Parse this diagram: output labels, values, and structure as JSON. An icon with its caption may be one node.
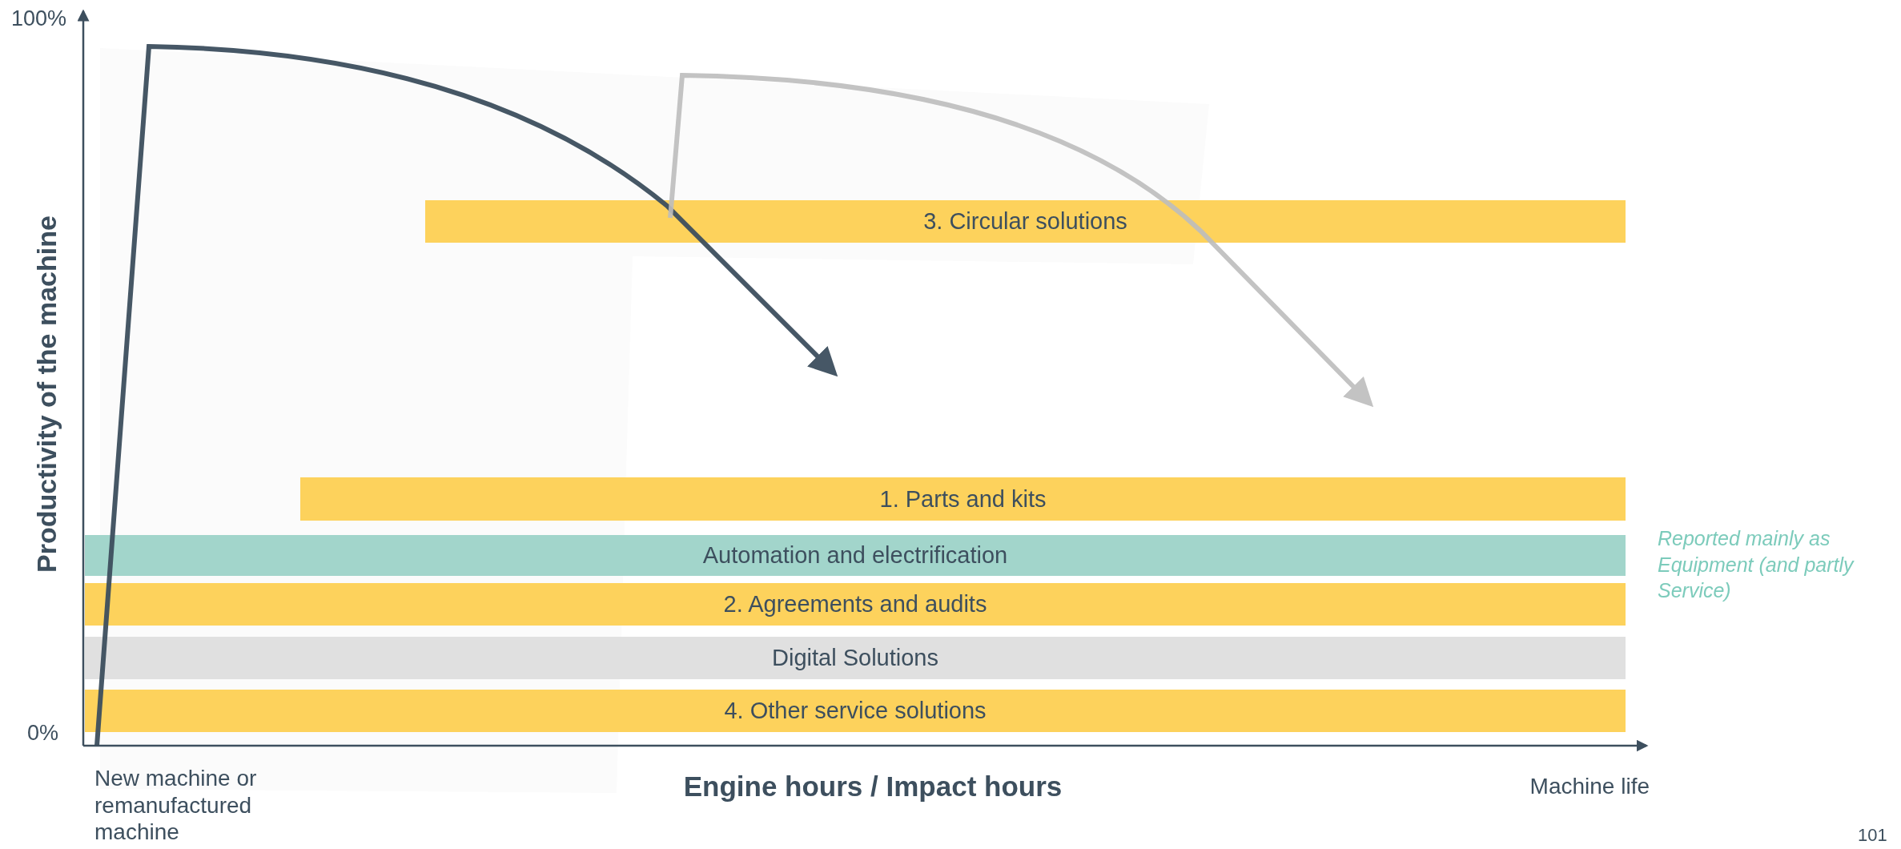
{
  "diagram": {
    "nodes": [
      {
        "text": [
          "3. Circular solutions"
        ]
      },
      {
        "text": [
          "1. Parts and kits"
        ]
      },
      {
        "text": [
          "Automation and electrification"
        ],
        "beside": [
          "Reported mainly as Equipment (and partly Service)"
        ]
      },
      {
        "text": [
          "2. Agreements and audits"
        ]
      },
      {
        "text": [
          "Digital Solutions"
        ]
      },
      {
        "text": [
          "4. Other service solutions"
        ]
      }
    ],
    "edges": [],
    "labels": [
      "100%",
      "0%",
      "Productivity of the machine",
      "New machine or remanufactured machine",
      "Engine hours / Impact hours",
      "Machine life",
      "101"
    ]
  }
}
